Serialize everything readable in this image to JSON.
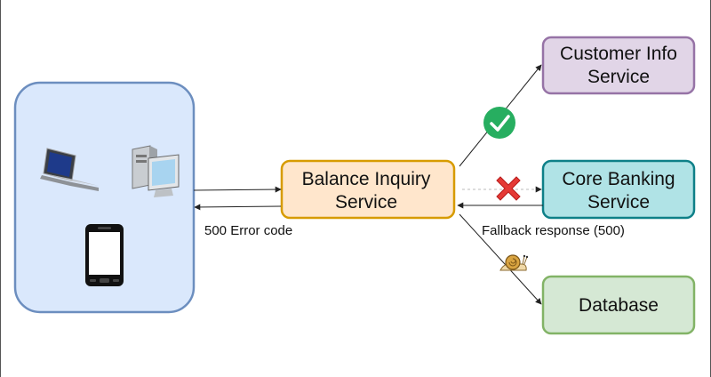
{
  "nodes": {
    "balance": {
      "line1": "Balance Inquiry",
      "line2": "Service"
    },
    "customer": {
      "line1": "Customer Info",
      "line2": "Service"
    },
    "core": {
      "line1": "Core Banking",
      "line2": "Service"
    },
    "database": {
      "line1": "Database"
    }
  },
  "edge_labels": {
    "error": "500 Error code",
    "fallback": "Fallback response (500)"
  },
  "icons": {
    "success": "check-icon",
    "failure": "red-x-icon",
    "slow": "snail-icon",
    "laptop": "laptop-icon",
    "desktop": "desktop-computer-icon",
    "phone": "smartphone-icon"
  },
  "colors": {
    "client_fill": "#dae8fc",
    "client_stroke": "#6c8ebf",
    "balance_fill": "#ffe6cc",
    "balance_stroke": "#d79b00",
    "customer_fill": "#e1d5e7",
    "customer_stroke": "#9673a6",
    "core_fill": "#b0e3e6",
    "core_stroke": "#0e8088",
    "database_fill": "#d5e8d4",
    "database_stroke": "#82b366",
    "success_green": "#27ae60",
    "failure_red": "#e53935"
  }
}
